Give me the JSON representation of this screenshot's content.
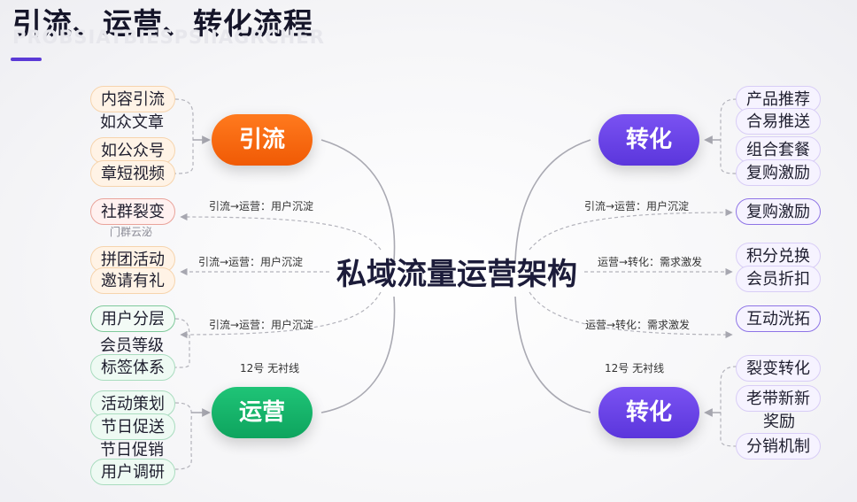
{
  "header": {
    "title": "引流、运营、转化流程",
    "subtitle": "PROBSIATBIESPSIIAGRCHER"
  },
  "center": {
    "label": "私域流量运营架构"
  },
  "hubs": {
    "top_left": "引流",
    "top_right": "转化",
    "bottom_left": "运营",
    "bottom_right": "转化"
  },
  "left_items": {
    "item1": "内容引流",
    "item2": "如众文章",
    "item3": "如公众号",
    "item4": "章短视频",
    "item5": "社群裂变",
    "item5_note": "门群云泌",
    "item6": "拼团活动",
    "item7": "邀请有礼",
    "item8": "用户分层",
    "item9": "会员等级",
    "item10": "标签体系",
    "item11": "活动策划",
    "item12": "节日促送",
    "item13": "节日促销",
    "item14": "用户调研"
  },
  "right_items": {
    "item1": "产品推荐",
    "item2": "合易推送",
    "item3": "组合套餐",
    "item4": "复购激励",
    "item5": "复购激励",
    "item6": "积分兑换",
    "item7": "会员折扣",
    "item8": "互动洸拓",
    "item9": "裂变转化",
    "item10": "老带新新",
    "item11": "奖励",
    "item12": "分销机制"
  },
  "arrow_labels": {
    "l1": "引流→运营：用户沉淀",
    "l2": "引流→运营：用户沉淀",
    "l3": "引流→运营：用户沉淀",
    "r1": "引流→运营：用户沉淀",
    "r2": "运营→转化：需求激发",
    "r3": "运营→转化：需求激发"
  },
  "font_notes": {
    "left": "12号  无衬线",
    "right": "12号  无衬线"
  },
  "colors": {
    "accent": "#5b3ad6",
    "orange": "#f36a0f",
    "purple": "#6a45e8",
    "green": "#12b168",
    "connector": "#b3b3bb"
  }
}
